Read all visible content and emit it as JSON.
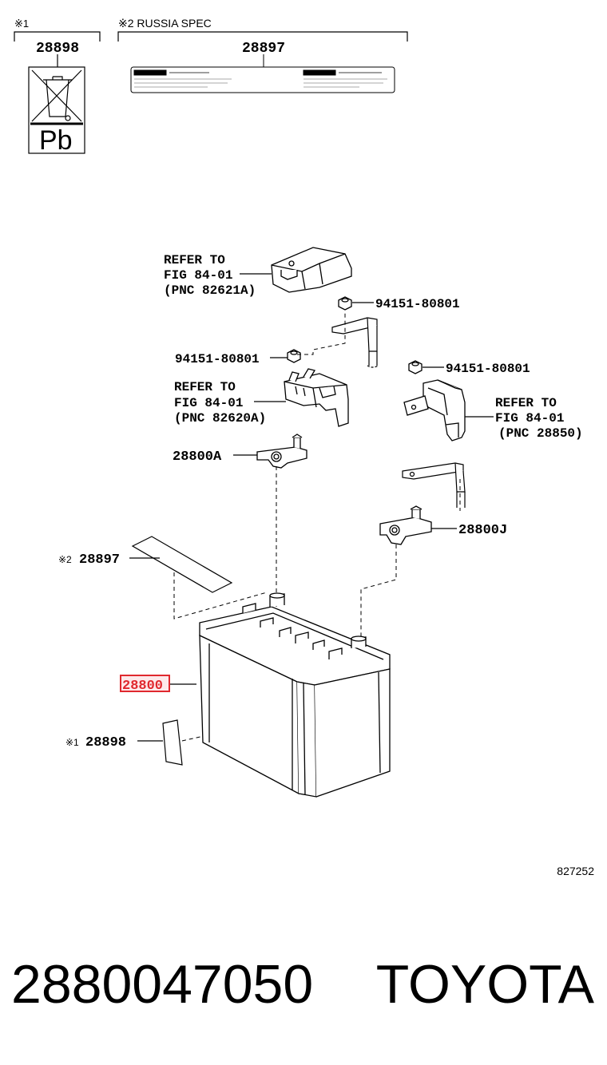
{
  "header": {
    "note1_mark": "※1",
    "note2_label": "※2 RUSSIA SPEC",
    "label_28898": "28898",
    "label_28897": "28897",
    "pb_text": "Pb"
  },
  "callouts": {
    "refer_cover_line1": "REFER TO",
    "refer_cover_line2": "FIG 84-01",
    "refer_cover_line3": "(PNC 82621A)",
    "nut_top": "94151-80801",
    "nut_left": "94151-80801",
    "nut_right": "94151-80801",
    "refer_block_line1": "REFER TO",
    "refer_block_line2": "FIG 84-01",
    "refer_block_line3": "(PNC 82620A)",
    "refer_sensor_line1": "REFER TO",
    "refer_sensor_line2": "FIG 84-01",
    "refer_sensor_line3": "(PNC 28850)",
    "terminal_a": "28800A",
    "terminal_j": "28800J",
    "label_28897_mark": "※2",
    "label_28897": "28897",
    "battery": "28800",
    "label_28898_mark": "※1",
    "label_28898": "28898"
  },
  "diagram_id": "827252",
  "footer": {
    "part_number": "2880047050",
    "brand": "TOYOTA"
  },
  "colors": {
    "line": "#000000",
    "highlight": "#e0282e",
    "highlight_fill": "#fde9ea"
  }
}
